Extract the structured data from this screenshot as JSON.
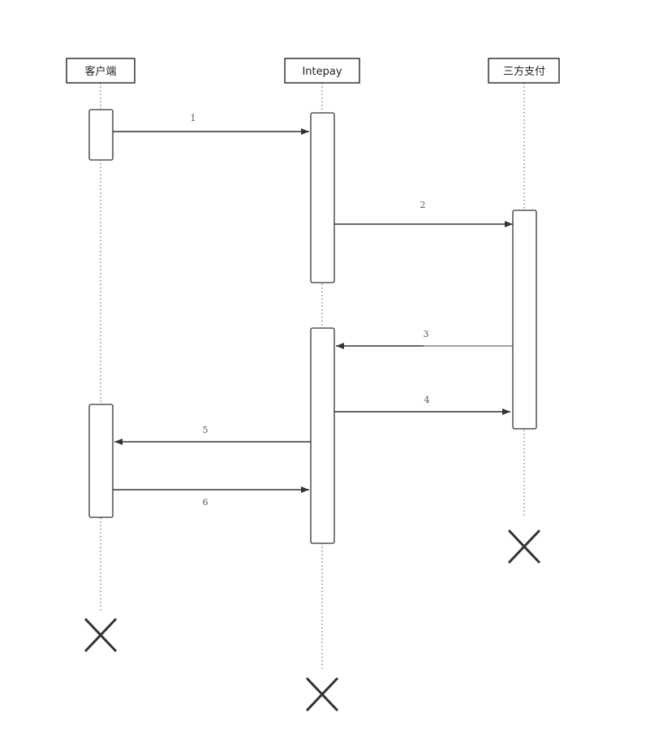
{
  "participants": [
    {
      "id": "client",
      "label": "客户端"
    },
    {
      "id": "intepay",
      "label": "Intepay"
    },
    {
      "id": "thirdparty",
      "label": "三方支付"
    }
  ],
  "messages": [
    {
      "label": "1",
      "from": "client",
      "to": "intepay"
    },
    {
      "label": "2",
      "from": "intepay",
      "to": "thirdparty"
    },
    {
      "label": "3",
      "from": "thirdparty",
      "to": "intepay"
    },
    {
      "label": "4",
      "from": "intepay",
      "to": "thirdparty"
    },
    {
      "label": "5",
      "from": "intepay",
      "to": "client"
    },
    {
      "label": "6",
      "from": "client",
      "to": "intepay"
    }
  ],
  "colors": {
    "stroke": "#333333",
    "background": "#ffffff"
  }
}
